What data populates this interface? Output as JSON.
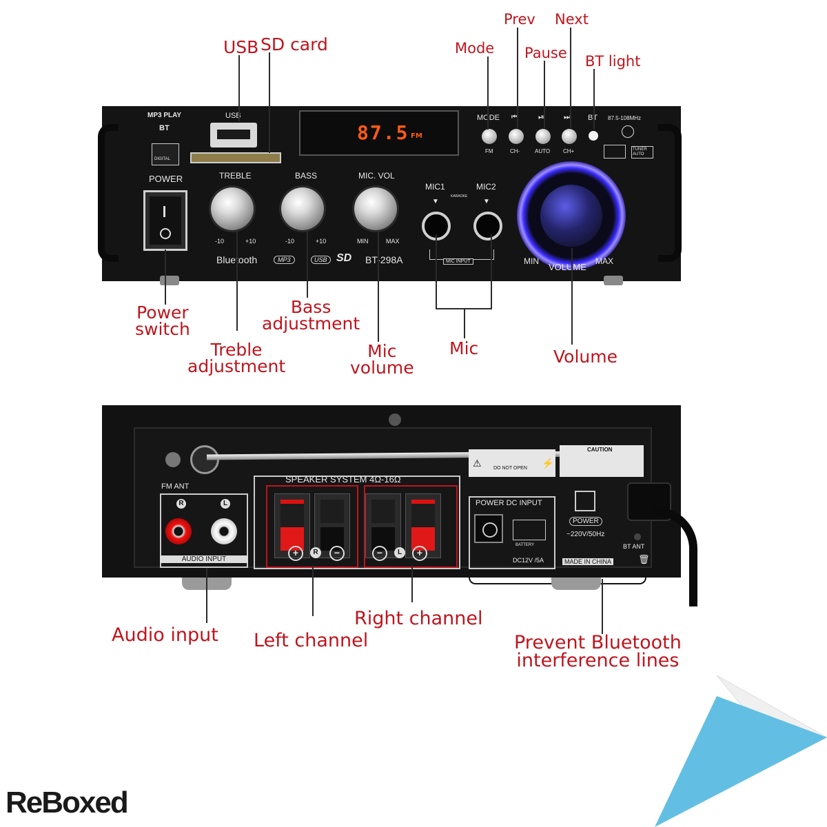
{
  "callouts": {
    "usb": "USB",
    "sd_card": "SD card",
    "mode": "Mode",
    "prev": "Prev",
    "next": "Next",
    "pause": "Pause",
    "bt_light": "BT light",
    "power_switch_1": "Power",
    "power_switch_2": "switch",
    "bass_1": "Bass",
    "bass_2": "adjustment",
    "treble_1": "Treble",
    "treble_2": "adjustment",
    "mic_vol_1": "Mic",
    "mic_vol_2": "volume",
    "mic": "Mic",
    "volume": "Volume",
    "audio_input": "Audio input",
    "left_channel": "Left channel",
    "right_channel": "Right channel",
    "bt_lines_1": "Prevent Bluetooth",
    "bt_lines_2": "interference lines"
  },
  "front_panel": {
    "mp3_play": "MP3 PLAY",
    "bt": "BT",
    "usb": "USB",
    "digital": "DIGITAL",
    "power": "POWER",
    "display": "87.5",
    "display_unit": "FM",
    "mode": "MODE",
    "fm": "FM",
    "ch_minus": "CH-",
    "auto": "AUTO",
    "ch_plus": "CH+",
    "bt_led": "BT",
    "freq": "87.5-108MHz",
    "tuner_auto": "TUNER AUTO",
    "treble": "TREBLE",
    "bass": "BASS",
    "mic_vol": "MIC. VOL",
    "minus10": "-10",
    "plus10": "+10",
    "min": "MIN",
    "max": "MAX",
    "mic1": "MIC1",
    "mic2": "MIC2",
    "karaoke": "KARAOKE",
    "mic_input": "MIC INPUT",
    "bluetooth": "Bluetooth",
    "mp3": "MP3",
    "usb_logo": "USB",
    "sd_logo": "SD",
    "model": "BT-298A",
    "volume": "VOLUME",
    "vol_min": "MIN",
    "vol_max": "MAX"
  },
  "back_panel": {
    "fm_ant": "FM ANT",
    "r": "R",
    "l": "L",
    "audio_input": "AUDIO INPUT",
    "speaker_system": "SPEAKER SYSTEM 4Ω-16Ω",
    "plus": "+",
    "minus": "−",
    "do_not_open": "DO NOT OPEN",
    "caution": "CAUTION",
    "power_dc_input": "POWER DC INPUT",
    "battery": "BATTERY",
    "dc_rating": "DC12V /5A",
    "power": "POWER",
    "ac_rating": "~220V/50Hz",
    "bt_ant": "BT ANT",
    "made_in": "MADE IN CHINA"
  },
  "brand": "ReBoxed"
}
